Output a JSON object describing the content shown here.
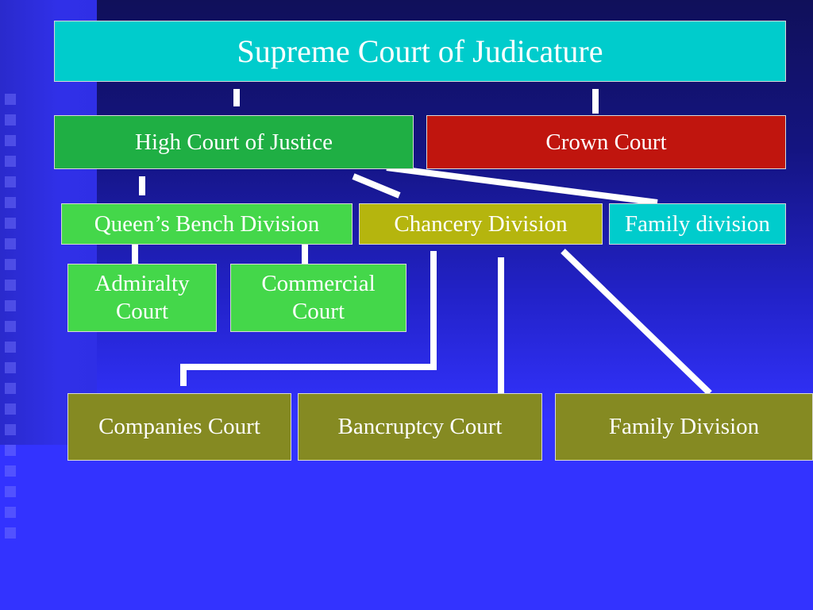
{
  "diagram": {
    "root": {
      "label": "Supreme Court of Judicature",
      "color": "#00cccc"
    },
    "level1": [
      {
        "label": "High Court of Justice",
        "color": "#1faf44"
      },
      {
        "label": "Crown Court",
        "color": "#c0150e"
      }
    ],
    "level2": [
      {
        "label": "Queen’s Bench Division",
        "color": "#44d74a"
      },
      {
        "label": "Chancery Division",
        "color": "#b5b50e"
      },
      {
        "label": "Family division",
        "color": "#00cccc"
      }
    ],
    "qb_courts": [
      {
        "label": "Admiralty Court",
        "color": "#44d74a"
      },
      {
        "label": "Commercial Court",
        "color": "#44d74a"
      }
    ],
    "chancery_courts": [
      {
        "label": "Companies Court",
        "color": "#858a22"
      },
      {
        "label": "Bancruptcy Court",
        "color": "#858a22"
      },
      {
        "label": "Family Division",
        "color": "#858a22"
      }
    ]
  },
  "background": {
    "main": "#3333ff",
    "dark": "#10105a"
  },
  "connector_color": "#ffffff"
}
